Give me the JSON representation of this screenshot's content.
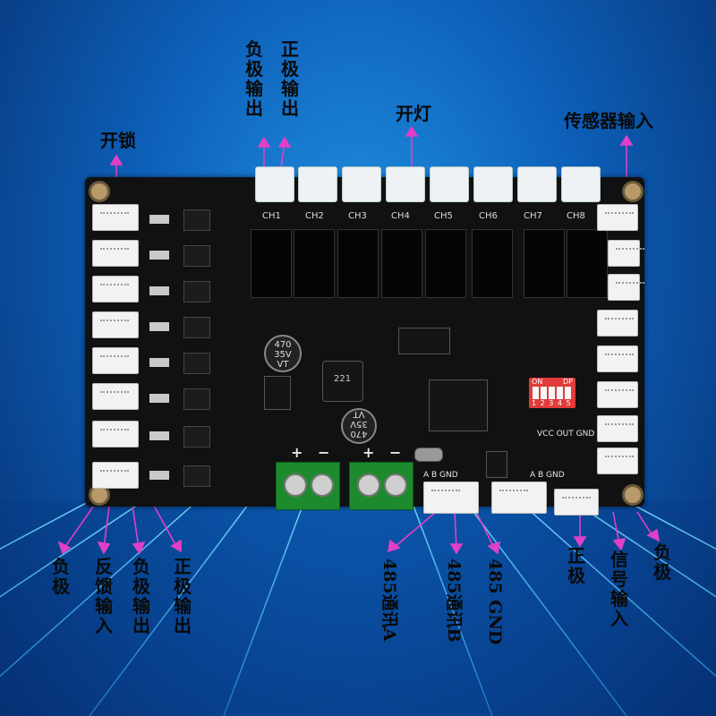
{
  "labels": {
    "unlock": "开锁",
    "neg_out_top": "负极输出",
    "pos_out_top": "正极输出",
    "light_on": "开灯",
    "sensor_input": "传感器输入",
    "neg_bottom": "负极",
    "feedback_input": "反馈输入",
    "neg_out_bottom": "负极输出",
    "pos_out_bottom": "正极输出",
    "comm_a": "485通讯A",
    "comm_b": "485通讯B",
    "gnd_485": "485 GND",
    "pos_right": "正极",
    "signal_input": "信号输入",
    "neg_right": "负极"
  },
  "board": {
    "channels": [
      "CH1",
      "CH2",
      "CH3",
      "CH4",
      "CH5",
      "CH6",
      "CH7",
      "CH8"
    ],
    "dip_on": "ON",
    "dip_dp": "DP",
    "dip_numbers": "1 2 3 4 5",
    "vcc_out_gnd": "VCC OUT GND",
    "ab_gnd_1": "A B GND",
    "ab_gnd_2": "A B GND",
    "plus": "+",
    "minus": "−",
    "cap1": "470\n35V\nVT",
    "cap2": "470\n35V\nVT",
    "inductor": "221"
  },
  "colors": {
    "background": "#0d5fb8",
    "leader_lines": "#e040c8",
    "terminal": "#1e8a2e",
    "dip": "#e23b3b"
  }
}
